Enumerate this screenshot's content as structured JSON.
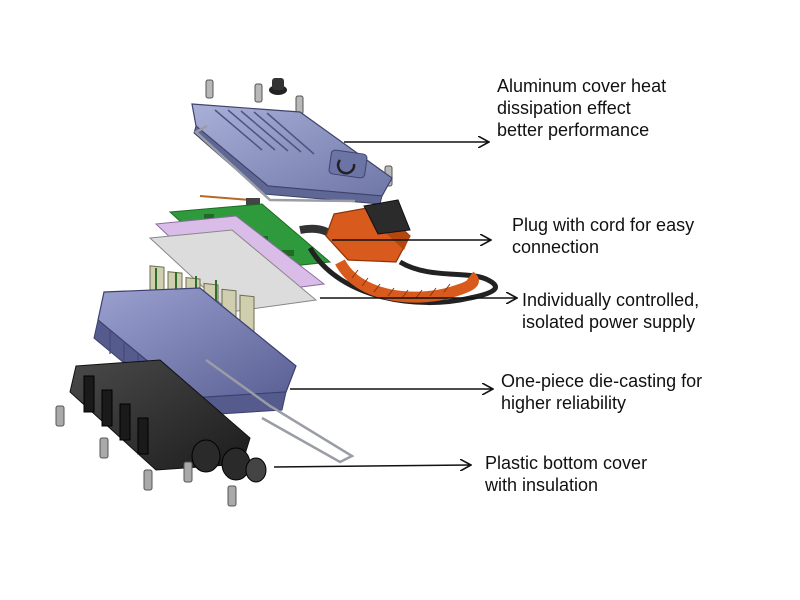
{
  "callouts": [
    {
      "lines": [
        "Aluminum cover heat",
        "dissipation effect",
        "better performance"
      ]
    },
    {
      "lines": [
        "Plug with cord for easy",
        "connection"
      ]
    },
    {
      "lines": [
        "Individually controlled,",
        "isolated power supply"
      ]
    },
    {
      "lines": [
        "One-piece die-casting for",
        "higher reliability"
      ]
    },
    {
      "lines": [
        "Plastic bottom cover",
        "with insulation"
      ]
    }
  ],
  "colors": {
    "cover": "#8e97c4",
    "cover_dark": "#5f6795",
    "pcb": "#2e9a3a",
    "pcb_lilac": "#d7b9e6",
    "cable": "#d85a1c",
    "housing": "#7f86bd",
    "housing_dark": "#555b8d",
    "bottom": "#303030",
    "arrow": "#111111"
  }
}
